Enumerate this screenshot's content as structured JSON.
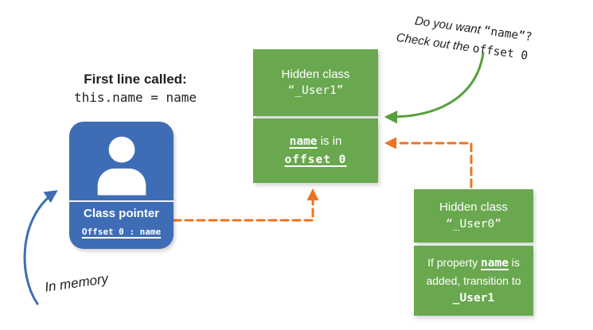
{
  "note": {
    "line1_hand": "Do you want ",
    "line1_mono": "“name”?",
    "line2_hand": "Check out the ",
    "line2_mono": "offset 0"
  },
  "intro": {
    "line1": "First line called:",
    "line2": "this.name = name"
  },
  "object_card": {
    "title": "Class pointer",
    "subtitle": "Offset 0 : name"
  },
  "user1_box": {
    "title_line1": "Hidden class",
    "title_line2": "“_User1”",
    "body_name": "name",
    "body_rest": " is in",
    "body_offset": "offset 0"
  },
  "user0_box": {
    "title_line1": "Hidden class",
    "title_line2": "“_User0”",
    "body_pre": "If property ",
    "body_name": "name",
    "body_post": " is",
    "body_line2": "added, transition to",
    "body_line3": "_User1"
  },
  "labels": {
    "in_memory": "In memory"
  },
  "colors": {
    "box_green": "#6AA84F",
    "arrow_green": "#56A03A",
    "box_blue": "#3E6DB5",
    "arrow_blue": "#3E6DB5",
    "arrow_orange": "#ED7320",
    "text_black": "#1F1F1F"
  }
}
